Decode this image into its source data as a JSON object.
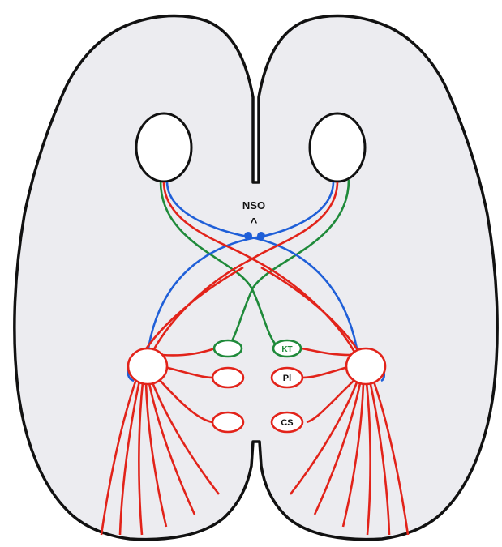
{
  "labels": {
    "nso": "NSO",
    "nso_caret": "^",
    "nucleus_right_top": "KT",
    "nucleus_right_mid": "Pl",
    "nucleus_right_bottom": "CS"
  },
  "colors": {
    "background": "#ffffff",
    "brain_fill": "#ececf0",
    "outline": "#111111",
    "red_pathway": "#e2231a",
    "blue_pathway": "#1f5fd8",
    "green_pathway": "#1f8a3a"
  }
}
